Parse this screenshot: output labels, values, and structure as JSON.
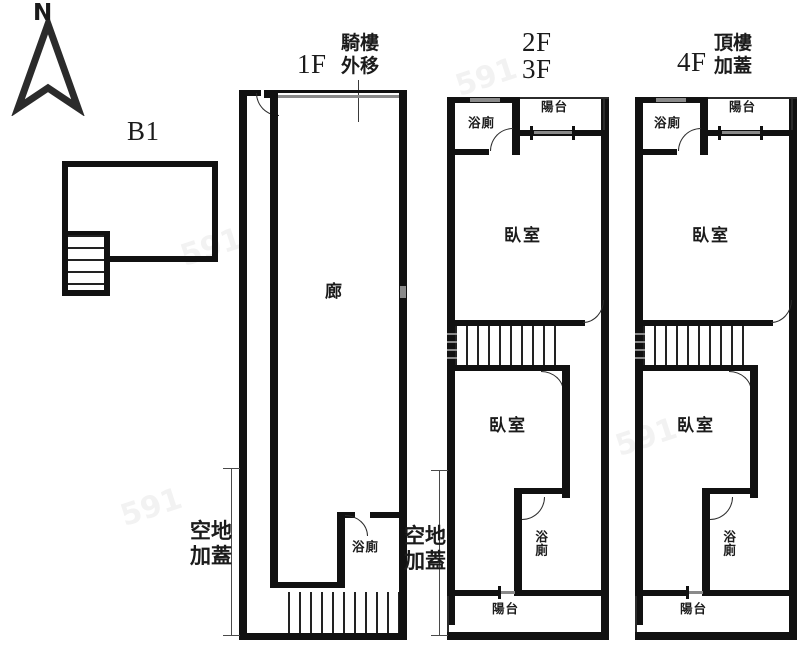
{
  "diagram": {
    "kind": "real-estate-floorplan",
    "compass": {
      "label": "N",
      "name": "north-arrow"
    },
    "floors": [
      {
        "id": "b1",
        "title": "B1",
        "rooms": [],
        "features": [
          "stair"
        ]
      },
      {
        "id": "1f",
        "title": "1F",
        "annotation": "騎樓\n外移",
        "annotation_line1": "騎樓",
        "annotation_line2": "外移",
        "rooms": [
          {
            "name": "corridor",
            "label": "廊"
          },
          {
            "name": "bathroom",
            "label": "浴廁"
          }
        ],
        "dimension_note_line1": "空地",
        "dimension_note_line2": "加蓋"
      },
      {
        "id": "2f3f",
        "title_line1": "2F",
        "title_line2": "3F",
        "rooms": [
          {
            "name": "bathroom-upper",
            "label": "浴廁"
          },
          {
            "name": "balcony-upper",
            "label": "陽台"
          },
          {
            "name": "bedroom-upper",
            "label": "臥室"
          },
          {
            "name": "bedroom-lower",
            "label": "臥室"
          },
          {
            "name": "bathroom-lower",
            "label": "浴廁"
          },
          {
            "name": "balcony-lower",
            "label": "陽台"
          }
        ],
        "dimension_note_line1": "空地",
        "dimension_note_line2": "加蓋"
      },
      {
        "id": "4f",
        "title": "4F",
        "annotation_line1": "頂樓",
        "annotation_line2": "加蓋",
        "rooms": [
          {
            "name": "bathroom-upper",
            "label": "浴廁"
          },
          {
            "name": "balcony-upper",
            "label": "陽台"
          },
          {
            "name": "bedroom-upper",
            "label": "臥室"
          },
          {
            "name": "bedroom-lower",
            "label": "臥室"
          },
          {
            "name": "bathroom-lower",
            "label": "浴廁"
          },
          {
            "name": "balcony-lower",
            "label": "陽台"
          }
        ]
      }
    ],
    "colors": {
      "wall": "#111111",
      "background": "#ffffff",
      "text": "#1b1b1b",
      "dimension": "#4a4a4a"
    }
  },
  "labels": {
    "north": "N",
    "b1": "B1",
    "f1": "1F",
    "f2": "2F",
    "f3": "3F",
    "f4": "4F",
    "arcade_out_1": "騎樓",
    "arcade_out_2": "外移",
    "roof_add_1": "頂樓",
    "roof_add_2": "加蓋",
    "vacant_cover_a1": "空地",
    "vacant_cover_a2": "加蓋",
    "vacant_cover_b1": "空地",
    "vacant_cover_b2": "加蓋",
    "corridor": "廊",
    "bath_1f": "浴廁",
    "bath_23_top": "浴廁",
    "balcony_23_top": "陽台",
    "bedroom_23_top": "臥室",
    "bedroom_23_bottom": "臥室",
    "bath_23_bottom": "浴廁",
    "balcony_23_bottom": "陽台",
    "bath_4_top": "浴廁",
    "balcony_4_top": "陽台",
    "bedroom_4_top": "臥室",
    "bedroom_4_bottom": "臥室",
    "bath_4_bottom": "浴廁",
    "balcony_4_bottom": "陽台"
  }
}
